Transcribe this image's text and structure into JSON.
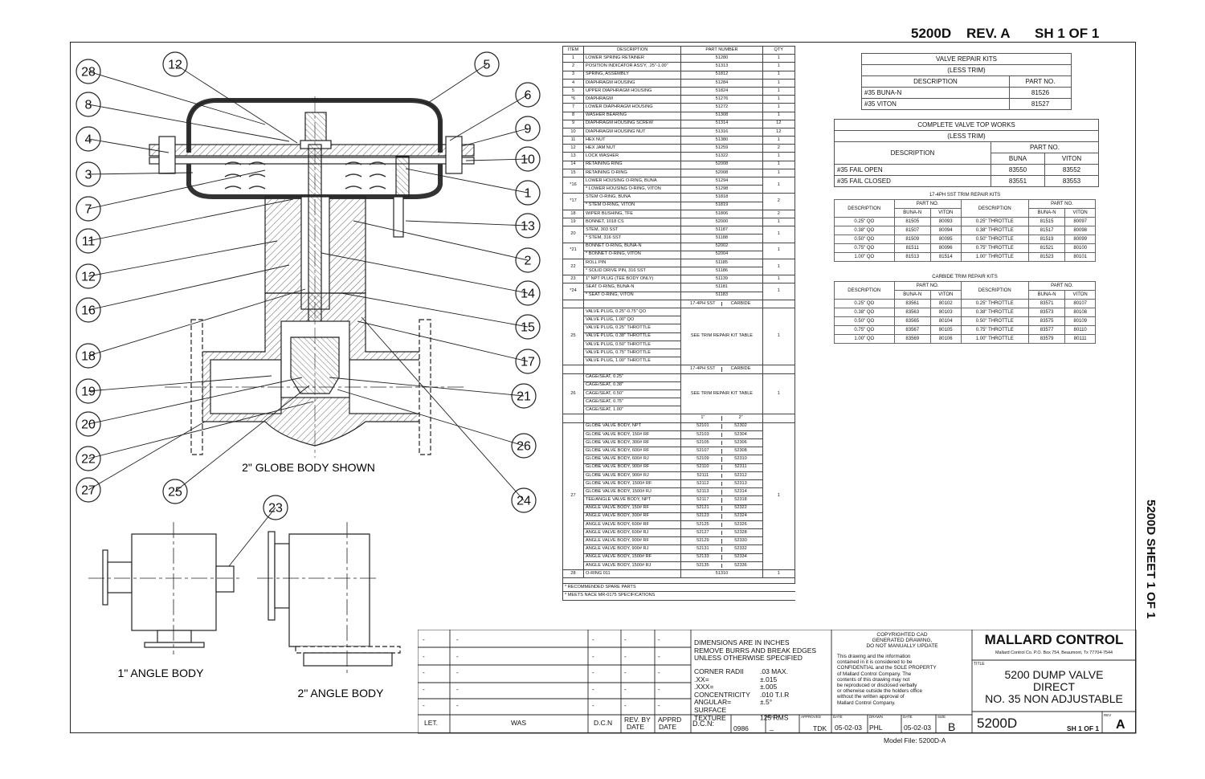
{
  "header": {
    "doc_id": "5200D",
    "rev": "REV. A",
    "sheet": "SH 1 OF 1"
  },
  "side_label": "5200D SHEET 1 OF 1",
  "drawing": {
    "main_caption": "2\" GLOBE BODY SHOWN",
    "angle1_caption": "1\" ANGLE BODY",
    "angle2_caption": "2\" ANGLE BODY",
    "balloons": {
      "left": [
        "28",
        "8",
        "4",
        "3",
        "7",
        "11",
        "12",
        "16",
        "18",
        "19",
        "20",
        "22",
        "27"
      ],
      "top_center": "12",
      "right": [
        "5",
        "6",
        "9",
        "10",
        "1",
        "13",
        "2",
        "14",
        "15",
        "17",
        "21",
        "26",
        "24"
      ],
      "bottom": "25",
      "angle": "23"
    }
  },
  "bom": {
    "headers": [
      "ITEM",
      "DESCRIPTION",
      "PART NUMBER",
      "QTY"
    ],
    "rows": [
      [
        "1",
        "LOWER SPRING RETAINER",
        "51280",
        "1"
      ],
      [
        "2",
        "POSITION INDICATOR ASS'Y, .25\"-1.00\"",
        "51313",
        "1"
      ],
      [
        "3",
        "SPRING, ASSEMBLY",
        "51812",
        "1"
      ],
      [
        "4",
        "DIAPHRAGM HOUSING",
        "51284",
        "1"
      ],
      [
        "5",
        "UPPER DIAPHRAGM HOUSING",
        "51824",
        "1"
      ],
      [
        "*6",
        "DIAPHRAGM",
        "51276",
        "1"
      ],
      [
        "7",
        "LOWER DIAPHRAGM HOUSING",
        "51272",
        "1"
      ],
      [
        "8",
        "WASHER BEARING",
        "51308",
        "1"
      ],
      [
        "9",
        "DIAPHRAGM HOUSING SCREW",
        "51314",
        "12"
      ],
      [
        "10",
        "DIAPHRAGM HOUSING NUT",
        "51316",
        "12"
      ],
      [
        "11",
        "HEX NUT",
        "51380",
        "1"
      ],
      [
        "12",
        "HEX JAM NUT",
        "51259",
        "2"
      ],
      [
        "13",
        "LOCK WASHER",
        "51322",
        "1"
      ],
      [
        "14",
        "RETAINING RING",
        "52008",
        "1"
      ],
      [
        "15",
        "RETAINING O-RING",
        "52008",
        "1"
      ]
    ],
    "row16": {
      "item": "*16",
      "a": [
        "LOWER HOUSING O-RING, BUNA",
        "51294"
      ],
      "b": [
        "* LOWER HOUSING O-RING, VITON",
        "51298"
      ],
      "qty": "1"
    },
    "row17": {
      "item": "*17",
      "a": [
        "STEM O-RING, BUNA",
        "51818"
      ],
      "b": [
        "* STEM O-RING, VITON",
        "51819"
      ],
      "qty": "2"
    },
    "rows2": [
      [
        "18",
        "WIPER BUSHING, TFE",
        "51806",
        "2"
      ],
      [
        "19",
        "BONNET, 1018 CS",
        "52000",
        "1"
      ]
    ],
    "row20": {
      "item": "20",
      "a": [
        "STEM, 303 SST",
        "51187"
      ],
      "b": [
        "* STEM, 316 SST",
        "51188"
      ],
      "qty": "1"
    },
    "row21": {
      "item": "*21",
      "a": [
        "BONNET O-RING, BUNA-N",
        "52002"
      ],
      "b": [
        "* BONNET O-RING, VITON",
        "52004"
      ],
      "qty": "1"
    },
    "row22": {
      "item": "22",
      "a": [
        "ROLL PIN",
        "51185"
      ],
      "b": [
        "* SOLID DRIVE PIN, 316 SST",
        "51186"
      ],
      "qty": "1"
    },
    "row23": [
      "23",
      "1\" NPT PLUG (TEE BODY ONLY)",
      "51139",
      "1"
    ],
    "row24": {
      "item": "*24",
      "a": [
        "SEAT O-RING, BUNA-N",
        "51181"
      ],
      "b": [
        "* SEAT O-RING, VITON",
        "51183"
      ],
      "qty": "1"
    },
    "sub_headers": [
      "17-4PH SST",
      "CARBIDE"
    ],
    "row25": {
      "item": "25",
      "lines": [
        "VALVE PLUG, 0.25\"-0.75\" QO",
        "VALVE PLUG, 1.00\" QO",
        "VALVE PLUG, 0.25\" THROTTLE",
        "VALVE PLUG, 0.38\" THROTTLE",
        "VALVE PLUG, 0.50\" THROTTLE",
        "VALVE PLUG, 0.75\" THROTTLE",
        "VALVE PLUG, 1.00\" THROTTLE"
      ],
      "ref": "SEE TRIM REPAIR KIT TABLE",
      "qty": "1"
    },
    "row26": {
      "item": "26",
      "lines": [
        "CAGE/SEAT, 0.25\"",
        "CAGE/SEAT, 0.38\"",
        "CAGE/SEAT, 0.50\"",
        "CAGE/SEAT, 0.75\"",
        "CAGE/SEAT, 1.00\""
      ],
      "ref": "SEE TRIM REPAIR KIT TABLE",
      "qty": "1"
    },
    "size_headers": [
      "1\"",
      "2\""
    ],
    "row27": {
      "item": "27",
      "qty": "1",
      "lines": [
        [
          "GLOBE VALVE BODY, NPT",
          "52101",
          "52302"
        ],
        [
          "GLOBE VALVE BODY, 150# RF",
          "52103",
          "52304"
        ],
        [
          "GLOBE VALVE BODY, 300# RF",
          "52105",
          "52306"
        ],
        [
          "GLOBE VALVE BODY, 600# RF",
          "52107",
          "52308"
        ],
        [
          "GLOBE VALVE BODY, 600# RJ",
          "52109",
          "52310"
        ],
        [
          "GLOBE VALVE BODY, 900# RF",
          "52110",
          "52311"
        ],
        [
          "GLOBE VALVE BODY, 900# RJ",
          "52111",
          "52312"
        ],
        [
          "GLOBE VALVE BODY, 1500# RF",
          "52112",
          "52313"
        ],
        [
          "GLOBE VALVE BODY, 1500# RJ",
          "52113",
          "52314"
        ],
        [
          "TEE/ANGLE VALVE BODY, NPT",
          "52117",
          "52318"
        ],
        [
          "ANGLE VALVE BODY, 150# RF",
          "52121",
          "52322"
        ],
        [
          "ANGLE VALVE BODY, 300# RF",
          "52123",
          "52324"
        ],
        [
          "ANGLE VALVE BODY, 600# RF",
          "52125",
          "52326"
        ],
        [
          "ANGLE VALVE BODY, 600# RJ",
          "52127",
          "52328"
        ],
        [
          "ANGLE VALVE BODY, 900# RF",
          "52129",
          "52330"
        ],
        [
          "ANGLE VALVE BODY, 900# RJ",
          "52131",
          "52332"
        ],
        [
          "ANGLE VALVE BODY, 1500# RF",
          "52133",
          "52334"
        ],
        [
          "ANGLE VALVE BODY, 1500# RJ",
          "52135",
          "52336"
        ]
      ]
    },
    "row28": [
      "28",
      "O-RING 011",
      "51310",
      "1"
    ],
    "notes": [
      "* RECOMMENDED SPARE PARTS",
      "* MEETS NACE MR-0175 SPECIFICATIONS"
    ]
  },
  "valve_repair_kits": {
    "title": "VALVE REPAIR KITS",
    "subtitle": "(LESS TRIM)",
    "headers": [
      "DESCRIPTION",
      "PART NO."
    ],
    "rows": [
      [
        "#35 BUNA-N",
        "81526"
      ],
      [
        "#35 VITON",
        "81527"
      ]
    ]
  },
  "top_works": {
    "title": "COMPLETE VALVE TOP WORKS",
    "subtitle": "(LESS TRIM)",
    "headers": [
      "DESCRIPTION",
      "PART NO."
    ],
    "sub_headers": [
      "BUNA",
      "VITON"
    ],
    "rows": [
      [
        "#35 FAIL OPEN",
        "83550",
        "83552"
      ],
      [
        "#35 FAIL CLOSED",
        "83551",
        "83553"
      ]
    ]
  },
  "sst_trim": {
    "title": "17-4PH SST TRIM REPAIR KITS",
    "headers": [
      "DESCRIPTION",
      "PART NO.",
      "DESCRIPTION",
      "PART NO."
    ],
    "sub_headers": [
      "BUNA-N",
      "VITON",
      "BUNA-N",
      "VITON"
    ],
    "rows": [
      [
        "0.25\" QO",
        "81505",
        "80093",
        "0.25\" THROTTLE",
        "81515",
        "80097"
      ],
      [
        "0.38\" QO",
        "81507",
        "80094",
        "0.38\" THROTTLE",
        "81517",
        "80098"
      ],
      [
        "0.50\" QO",
        "81509",
        "80095",
        "0.50\" THROTTLE",
        "81519",
        "80099"
      ],
      [
        "0.75\" QO",
        "81511",
        "80096",
        "0.75\" THROTTLE",
        "81521",
        "80100"
      ],
      [
        "1.00\" QO",
        "81513",
        "81514",
        "1.00\" THROTTLE",
        "81523",
        "80101"
      ]
    ]
  },
  "carbide_trim": {
    "title": "CARBIDE TRIM REPAIR KITS",
    "headers": [
      "DESCRIPTION",
      "PART NO.",
      "DESCRIPTION",
      "PART NO."
    ],
    "sub_headers": [
      "BUNA-N",
      "VITON",
      "BUNA-N",
      "VITON"
    ],
    "rows": [
      [
        "0.25\" QO",
        "83561",
        "80102",
        "0.25\" THROTTLE",
        "83571",
        "80107"
      ],
      [
        "0.38\" QO",
        "83563",
        "80103",
        "0.38\" THROTTLE",
        "83573",
        "80108"
      ],
      [
        "0.50\" QO",
        "83565",
        "80104",
        "0.50\" THROTTLE",
        "83575",
        "80109"
      ],
      [
        "0.75\" QO",
        "83567",
        "80105",
        "0.75\" THROTTLE",
        "83577",
        "80110"
      ],
      [
        "1.00\" QO",
        "83569",
        "80106",
        "1.00\" THROTTLE",
        "83579",
        "80111"
      ]
    ]
  },
  "title_block": {
    "rev_headers": {
      "let": "LET.",
      "was": "WAS",
      "dcn": "D.C.N",
      "rev_by": "REV. BY",
      "date": "DATE",
      "apprd": "APPRD",
      "date2": "DATE"
    },
    "rev_rows": [
      [
        "-",
        "-",
        "-",
        "-",
        "-"
      ],
      [
        "-",
        "-",
        "-",
        "-",
        "-"
      ],
      [
        "-",
        "-",
        "-",
        "-",
        "-"
      ],
      [
        "-",
        "-",
        "-",
        "-",
        "-"
      ],
      [
        "-",
        "-",
        "-",
        "-",
        "-"
      ]
    ],
    "dimensions": [
      "DIMENSIONS ARE IN INCHES",
      "REMOVE BURRS AND BREAK EDGES",
      "UNLESS OTHERWISE SPECIFIED"
    ],
    "tolerances": [
      [
        "CORNER RADII",
        ".03 MAX."
      ],
      [
        ".XX=",
        "±.015"
      ],
      [
        ".XXX=",
        "±.005"
      ],
      [
        "CONCENTRICITY",
        ".010 T.I.R"
      ],
      [
        "ANGULAR=",
        "±.5°"
      ],
      [
        "SURFACE TEXTURE",
        "125 RMS"
      ]
    ],
    "dcn_label": "D.C.N:",
    "dcn_value": "0986",
    "proj_label": "PROJ #",
    "proj_value": "_",
    "approved_label": "APPROVED",
    "approved_value": "TDK",
    "copyright": [
      "COPYRIGHTED CAD",
      "GENERATED DRAWING,",
      "DO NOT MANUALLY UPDATE"
    ],
    "confidential": [
      "This drawing and the information",
      "contained in it is considered to be",
      "CONFIDENTIAL and the SOLE PROPERTY",
      "of Mallard Control Company. The",
      "contents of this drawing may not",
      "be reproduced or disclosed verbally",
      "or otherwise outside the holders office",
      "without the written approval of",
      "Mallard Control Company."
    ],
    "date_label": "DATE",
    "date_value": "05-02-03",
    "drawn_label": "DRAWN",
    "drawn_value": "PHL",
    "date2_label": "DATE",
    "date2_value": "05-02-03",
    "size_label": "SIZE",
    "size_value": "B",
    "company": "MALLARD CONTROL",
    "address": "Mallard Control Co. P.O. Box 754, Beaumont, Tx 77704-7544",
    "title_label": "TITLE",
    "title_lines": [
      "5200 DUMP VALVE",
      "DIRECT",
      "NO. 35 NON ADJUSTABLE"
    ],
    "dwg_no": "5200D",
    "sheet": "SH 1 OF 1",
    "rev_label": "REV",
    "rev": "A"
  },
  "model_file": "Model File: 5200D-A"
}
